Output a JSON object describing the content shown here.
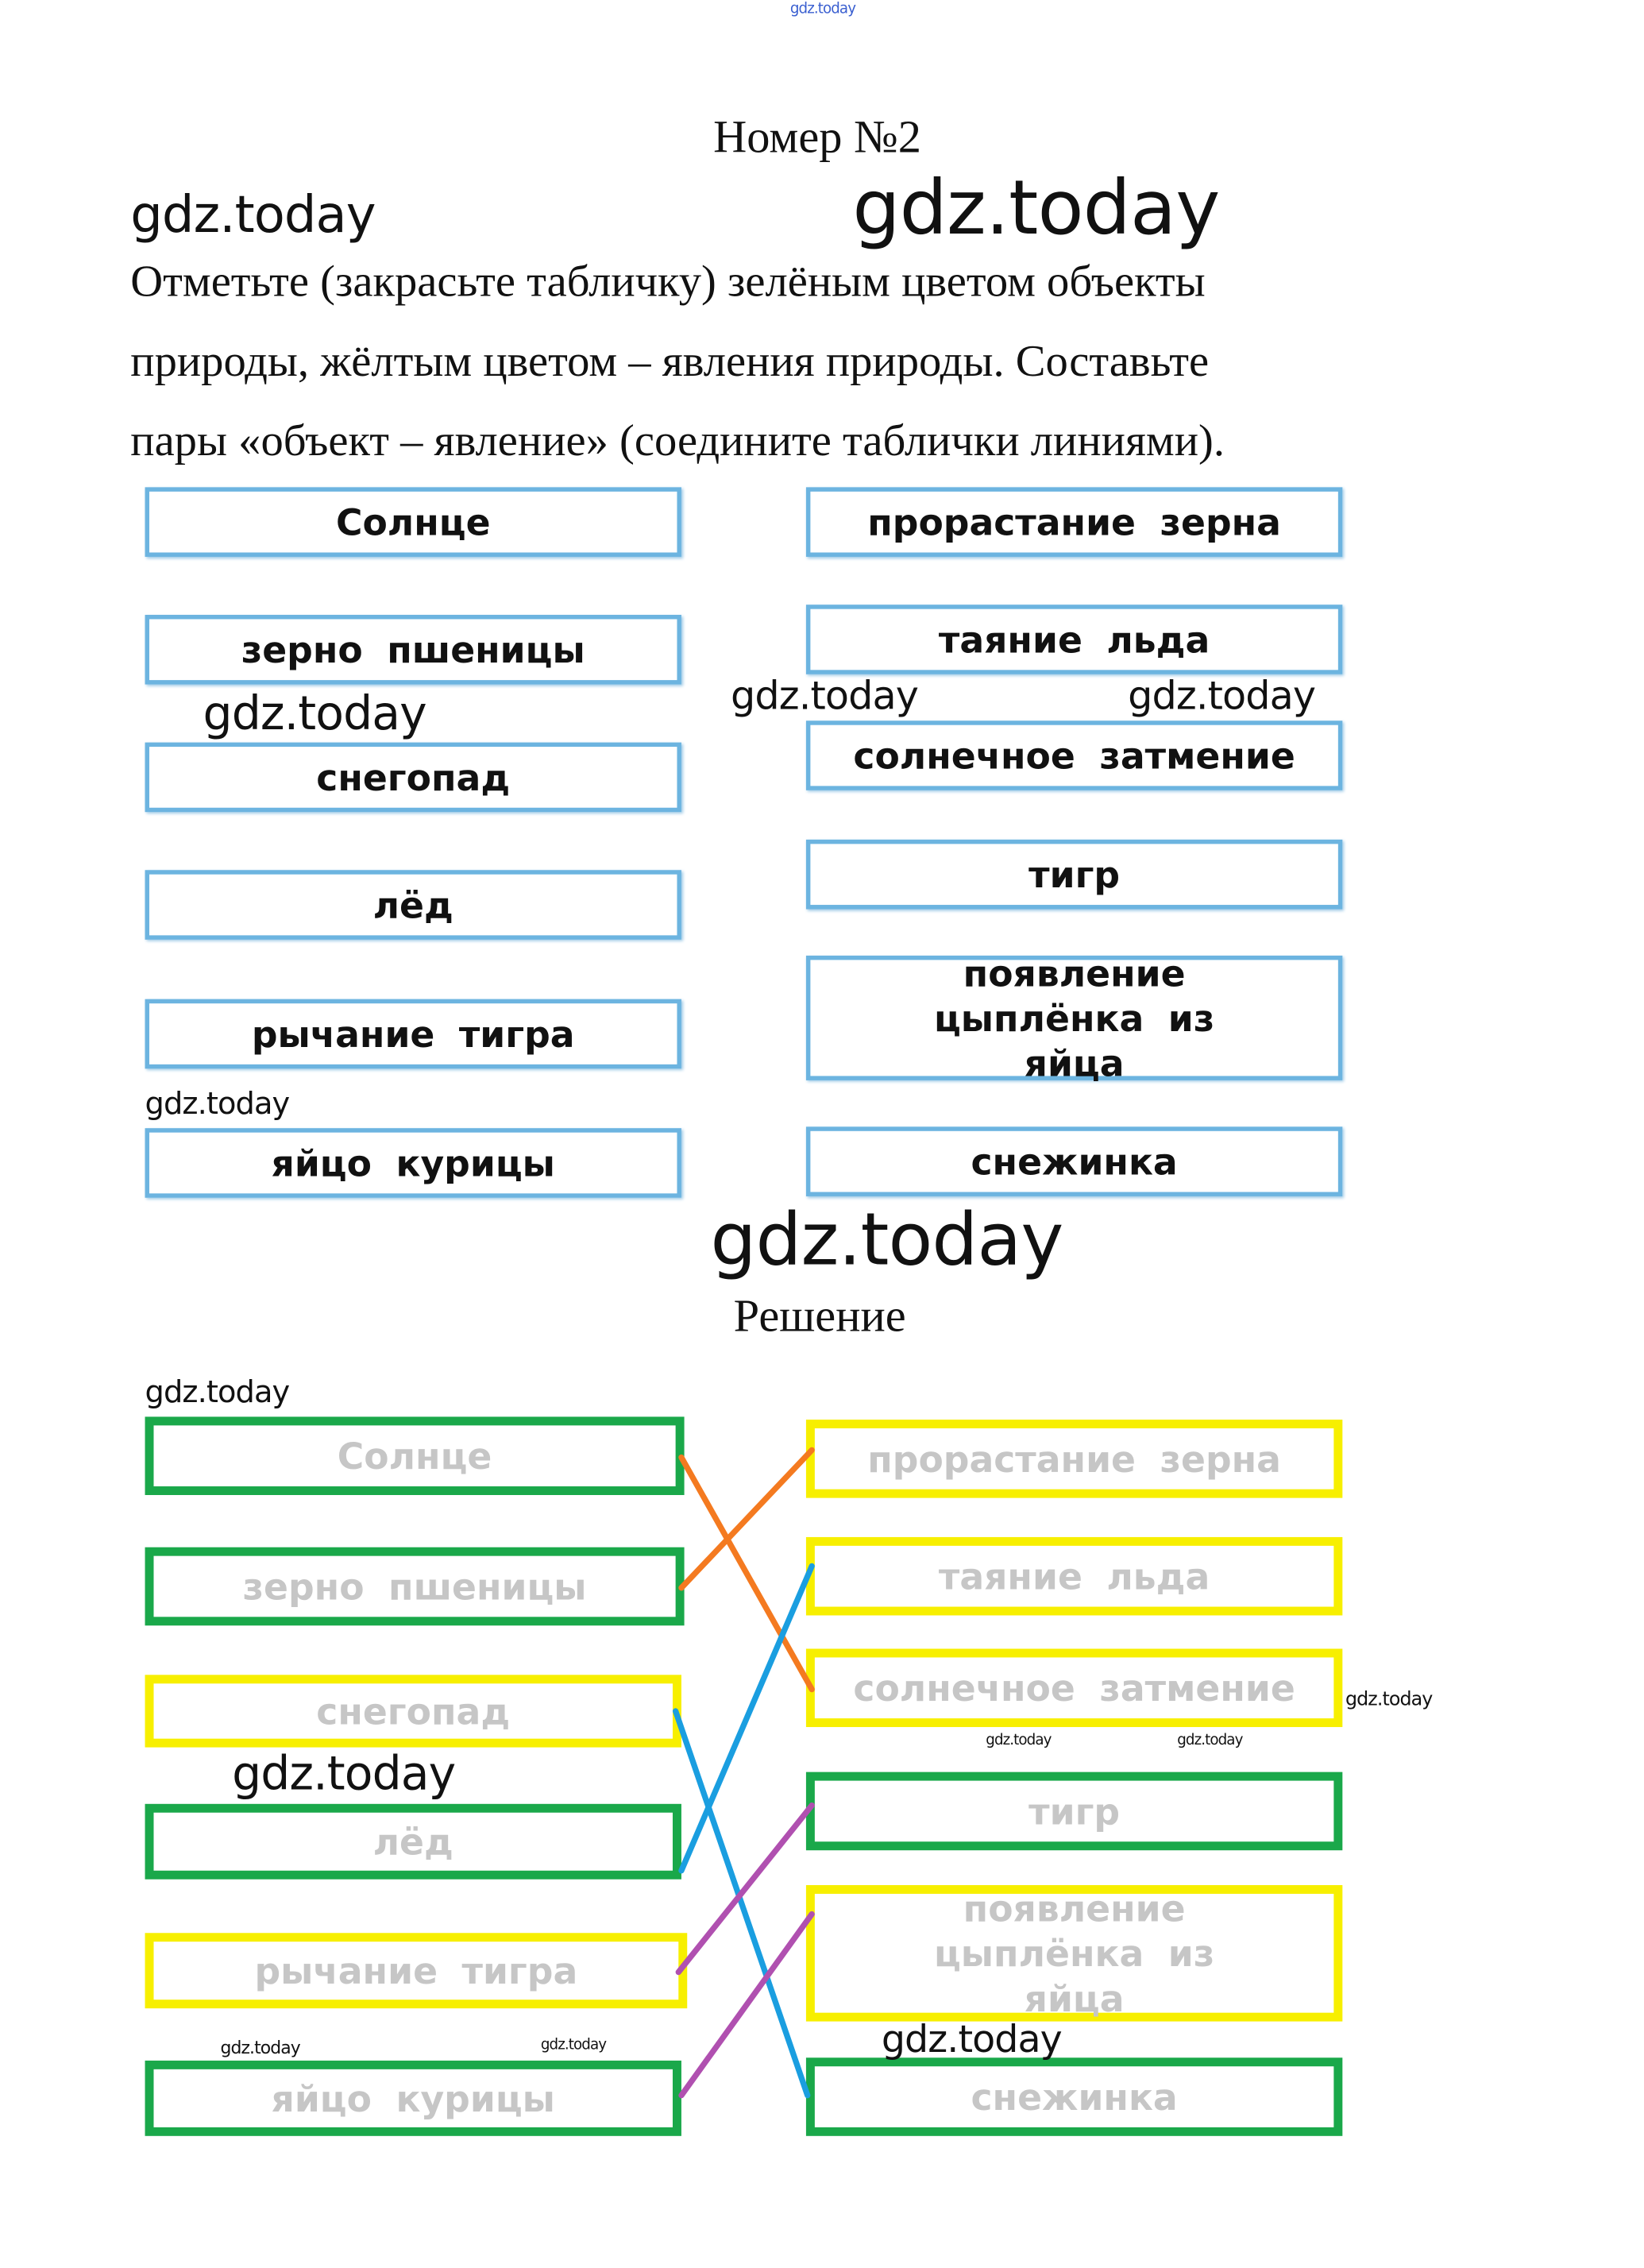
{
  "watermark": "gdz.today",
  "title": "Номер №2",
  "task": {
    "lines": [
      "Отметьте (закрасьте табличку) зелёным цветом объекты",
      "природы, жёлтым цветом – явления природы. Составьте",
      "пары «объект – явление» (соедините таблички линиями)."
    ]
  },
  "left_items": [
    "Солнце",
    "зерно пшеницы",
    "снегопад",
    "лёд",
    "рычание тигра",
    "яйцо курицы"
  ],
  "right_items": [
    "прорастание зерна",
    "таяние льда",
    "солнечное затмение",
    "тигр",
    "появление цыплёнка из яйца",
    "снежинка"
  ],
  "solution_title": "Решение",
  "solution": {
    "left": [
      {
        "label": "Солнце",
        "color": "#1aa84a"
      },
      {
        "label": "зерно пшеницы",
        "color": "#1aa84a"
      },
      {
        "label": "снегопад",
        "color": "#f7ef00"
      },
      {
        "label": "лёд",
        "color": "#1aa84a"
      },
      {
        "label": "рычание тигра",
        "color": "#f7ef00"
      },
      {
        "label": "яйцо курицы",
        "color": "#1aa84a"
      }
    ],
    "right": [
      {
        "label": "прорастание зерна",
        "color": "#f7ef00"
      },
      {
        "label": "таяние льда",
        "color": "#f7ef00"
      },
      {
        "label": "солнечное затмение",
        "color": "#f7ef00"
      },
      {
        "label": "тигр",
        "color": "#1aa84a"
      },
      {
        "label": "появление цыплёнка из яйца",
        "color": "#f7ef00"
      },
      {
        "label": "снежинка",
        "color": "#1aa84a"
      }
    ],
    "pairs": [
      {
        "object": "Солнце",
        "phenomenon": "солнечное затмение",
        "color": "#f47a20"
      },
      {
        "object": "зерно пшеницы",
        "phenomenon": "прорастание зерна",
        "color": "#f47a20"
      },
      {
        "object": "лёд",
        "phenomenon": "таяние льда",
        "color": "#1a9ee0"
      },
      {
        "object": "снежинка",
        "phenomenon": "снегопад",
        "color": "#1a9ee0"
      },
      {
        "object": "тигр",
        "phenomenon": "рычание тигра",
        "color": "#b050b0"
      },
      {
        "object": "яйцо курицы",
        "phenomenon": "появление цыплёнка из яйца",
        "color": "#b050b0"
      }
    ]
  }
}
